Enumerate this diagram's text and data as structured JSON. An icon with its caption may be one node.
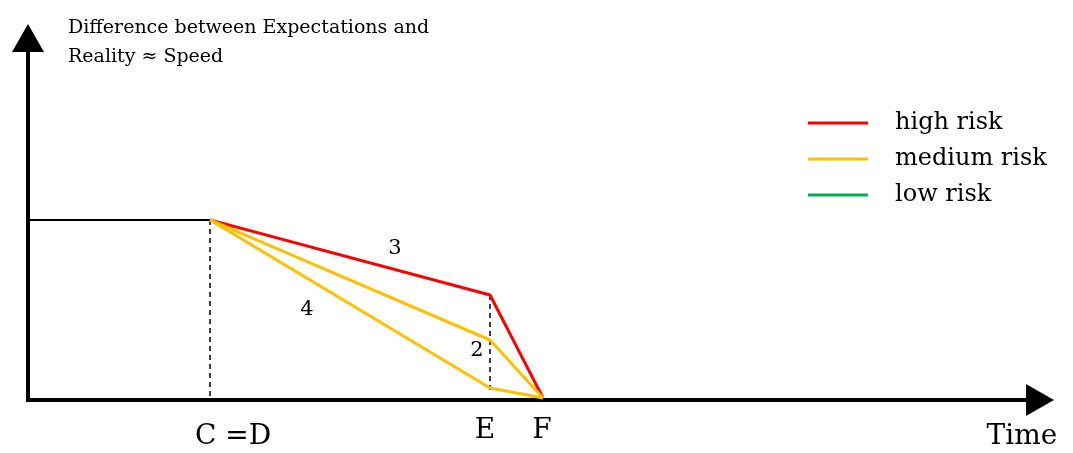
{
  "diagram": {
    "labels": [
      "Difference between Expectations and Reality ≈ Speed",
      "3",
      "4",
      "2",
      "C =D",
      "E",
      "F",
      "Time"
    ],
    "legend": [
      {
        "text": "high risk",
        "color": "#ff0000"
      },
      {
        "text": "medium risk",
        "color": "#ffc000"
      },
      {
        "text": "low risk",
        "color": "#00b050"
      }
    ]
  }
}
